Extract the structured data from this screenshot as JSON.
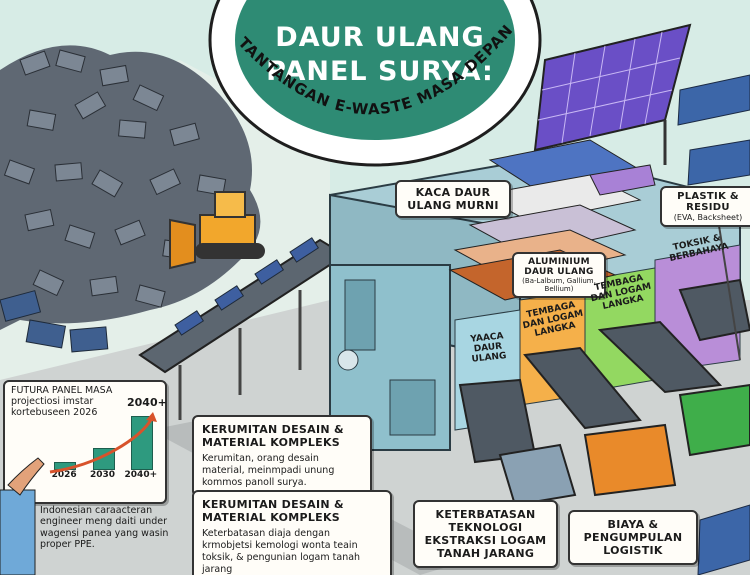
{
  "title": {
    "line1": "DAUR ULANG",
    "line2": "PANEL SURYA:",
    "arc_subtitle": "TANTANGAN E-WASTE MASA DEPAN"
  },
  "layers": {
    "glass": "KACA DAUR ULANG MURNI",
    "aluminium": {
      "title": "ALUMINIUM DAUR ULANG",
      "subtitle": "(Ba-Lalbum, Gallium, Bellium)"
    },
    "plastic": {
      "title": "PLASTIK & RESIDU",
      "subtitle": "(EVA, Backsheet)"
    }
  },
  "zones": {
    "yaaca": "YAACA DAUR ULANG",
    "copper1": "TEMBAGA DAN LOGAM LANGKA",
    "copper2": "TEMBAGA DAN LOGAM LANGKA",
    "toxic": "TOKSIK & BERBAHAYA"
  },
  "projection": {
    "title": "FUTURA PANEL MASA projectiosi imstar kortebuseen 2026",
    "peak_label": "2040+",
    "bars": [
      {
        "label": "2026",
        "level": 0.12
      },
      {
        "label": "2030",
        "level": 0.38
      },
      {
        "label": "2040+",
        "level": 1.0
      }
    ],
    "caption": "Indonesian caraacteran engineer meng daiti under wagensi panea yang wasin proper PPE."
  },
  "challenges": [
    {
      "title": "KERUMITAN DESAIN & MATERIAL KOMPLEKS",
      "text": "Kerumitan, orang desain material, meinmpadi unung kommos panoll surya."
    },
    {
      "title": "KERUMITAN DESAIN & MATERIAL KOMPLEKS",
      "text": "Keterbatasan diaja dengan krmobjetsi kemologi wonta teain toksik, & pengunian logam tanah jarang"
    },
    {
      "title": "KETERBATASAN TEKNOLOGI EKSTRAKSI LOGAM TANAH JARANG"
    },
    {
      "title": "BIAYA & PENGUMPULAN LOGISTIK"
    }
  ],
  "colors": {
    "teal": "#2e8b74",
    "purple": "#b48ad6",
    "orange": "#f2a13a",
    "green": "#8ed25a",
    "building": "#9fc6cf"
  }
}
